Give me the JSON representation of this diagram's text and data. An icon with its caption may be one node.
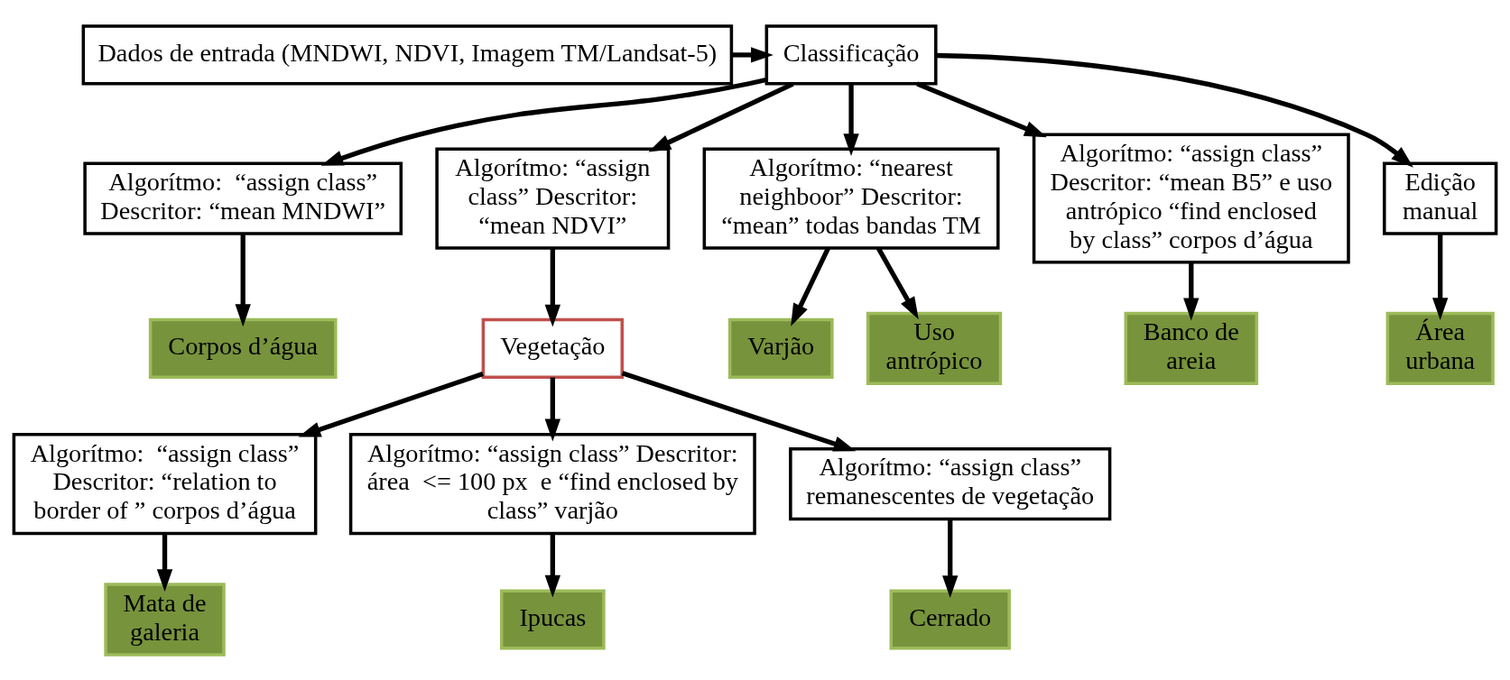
{
  "diagram": {
    "nodes": [
      {
        "text": [
          "Classificação"
        ]
      },
      {
        "text": [
          "Dados de entrada (MNDWI, NDVI, Imagem TM/Landsat-5)"
        ]
      },
      {
        "text": [
          "Algorítmo:  “assign class” Descritor: “mean MNDWI”"
        ]
      },
      {
        "text": [
          "Algorítmo: “assign class” Descritor: “mean NDVI”"
        ]
      },
      {
        "text": [
          "Algorítmo: “nearest neighboor” Descritor: “mean” todas bandas TM"
        ]
      },
      {
        "text": [
          "Algorítmo: “assign class” Descritor: “mean B5” e uso antrópico “find enclosed by class” corpos d’água"
        ]
      },
      {
        "text": [
          "Edição manual"
        ]
      },
      {
        "text": [
          "Corpos d’água"
        ]
      },
      {
        "text": [
          "Vegetação"
        ]
      },
      {
        "text": [
          "Varjão"
        ]
      },
      {
        "text": [
          "Uso antrópico"
        ]
      },
      {
        "text": [
          "Banco de areia"
        ]
      },
      {
        "text": [
          "Área urbana"
        ]
      },
      {
        "text": [
          "Algorítmo:  “assign class” Descritor: “relation to border of ” corpos d’água"
        ]
      },
      {
        "text": [
          "Algorítmo: “assign class” Descritor:   área  <= 100 px  e “find enclosed by class” varjão"
        ]
      },
      {
        "text": [
          "Algorítmo: “assign class” remanescentes de vegetação"
        ]
      },
      {
        "text": [
          "Mata de galeria"
        ]
      },
      {
        "text": [
          "Ipucas"
        ]
      },
      {
        "text": [
          "Cerrado"
        ]
      }
    ],
    "edges": [
      {
        "from": 1,
        "to": 0,
        "arrow": "to"
      },
      {
        "from": 0,
        "to": 2,
        "arrow": "to"
      },
      {
        "from": 0,
        "to": 3,
        "arrow": "to"
      },
      {
        "from": 0,
        "to": 4,
        "arrow": "to"
      },
      {
        "from": 0,
        "to": 5,
        "arrow": "to"
      },
      {
        "from": 0,
        "to": 6,
        "arrow": "to"
      },
      {
        "from": 2,
        "to": 7,
        "arrow": "to"
      },
      {
        "from": 3,
        "to": 8,
        "arrow": "to"
      },
      {
        "from": 4,
        "to": 9,
        "arrow": "to"
      },
      {
        "from": 4,
        "to": 10,
        "arrow": "to"
      },
      {
        "from": 5,
        "to": 11,
        "arrow": "to"
      },
      {
        "from": 6,
        "to": 12,
        "arrow": "to"
      },
      {
        "from": 8,
        "to": 13,
        "arrow": "to"
      },
      {
        "from": 8,
        "to": 14,
        "arrow": "to"
      },
      {
        "from": 8,
        "to": 15,
        "arrow": "to"
      },
      {
        "from": 13,
        "to": 16,
        "arrow": "to"
      },
      {
        "from": 14,
        "to": 17,
        "arrow": "to"
      },
      {
        "from": 15,
        "to": 18,
        "arrow": "to"
      }
    ]
  }
}
